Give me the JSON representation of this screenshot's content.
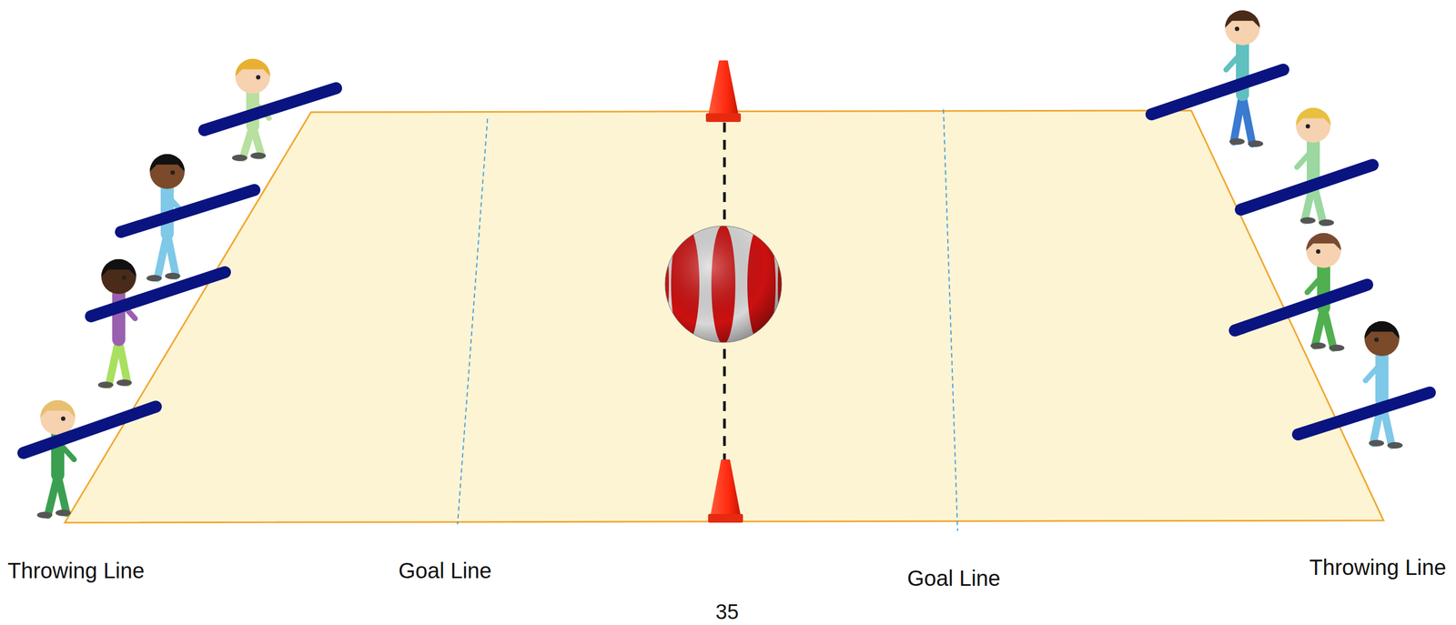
{
  "diagram": {
    "labels": [
      "Throwing Line",
      "Goal Line",
      "Goal Line",
      "Throwing Line",
      "35"
    ]
  }
}
